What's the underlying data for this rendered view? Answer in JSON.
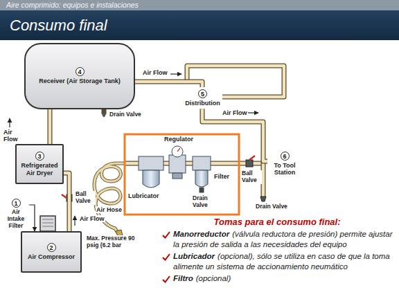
{
  "diagram": {
    "title": "Consumo final",
    "nodes": [
      {
        "text": [
          "4",
          "Receiver (Air Storage Tank)"
        ]
      },
      {
        "text": [
          "5",
          "Distribution"
        ]
      },
      {
        "text": [
          "3",
          "Refrigerated Air Dryer"
        ]
      },
      {
        "text": [
          "6",
          "To Tool Station"
        ]
      },
      {
        "text": [
          "1",
          "Air Intake Filter"
        ]
      },
      {
        "text": [
          "2",
          "Air Compressor"
        ]
      }
    ],
    "edges": [
      {
        "from": 5,
        "to": 2,
        "arrow": "none"
      },
      {
        "from": 2,
        "to": 0,
        "arrow": "none"
      },
      {
        "from": 0,
        "to": 1,
        "arrow": "none"
      },
      {
        "from": 1,
        "to": 3,
        "arrow": "none"
      },
      {
        "from": 4,
        "to": 5,
        "arrow": "to"
      }
    ],
    "labels": [
      "Aire comprimido: equipos e instalaciones",
      "Air Flow",
      "Air Flow",
      "Drain Valve",
      "Air Flow",
      "Regulator",
      "Ball Valve",
      "Filter",
      "Air Hose",
      "Lubricator",
      "Drain Valve",
      "Ball Valve",
      "Air Flow",
      "Drain Valve",
      "Max. Pressure 90 psig (6.2 bar",
      "Tomas para el consumo final:",
      "Manorreductor",
      "(válvula reductora de presión) permite ajustar la presión de salida a las necesidades del equipo",
      "Lubricador",
      "(opcional), sólo se utiliza en caso de que la toma alimente un sistema de accionamiento neumático",
      "Filtro",
      "(opcional)"
    ]
  }
}
